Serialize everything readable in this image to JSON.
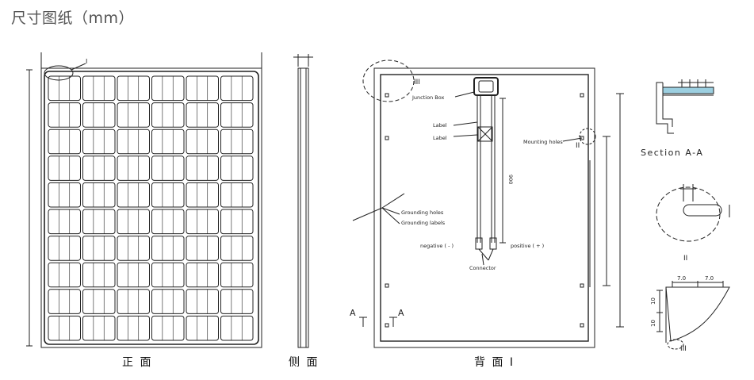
{
  "page_title": "尺寸图纸（mm）",
  "views": {
    "front": "正 面",
    "side": "侧 面",
    "back": "背 面 I"
  },
  "back_labels": {
    "junction_box": "Junction Box",
    "label1": "Label",
    "label2": "Label",
    "mounting_holes": "Mounting holes",
    "grounding_holes": "Grounding holes",
    "grounding_labels": "Grounding labels",
    "negative": "negative ( - )",
    "positive": "positive ( + )",
    "connector": "Connector",
    "dim_900": "900",
    "roman_III": "III",
    "roman_II": "II",
    "section_A_left": "A",
    "section_A_right": "A"
  },
  "details": {
    "section_title": "Section A-A",
    "detail_II": "II",
    "detail_III": "III",
    "dim_7_0_a": "7.0",
    "dim_7_0_b": "7.0",
    "dim_10_a": "10",
    "dim_10_b": "10"
  }
}
